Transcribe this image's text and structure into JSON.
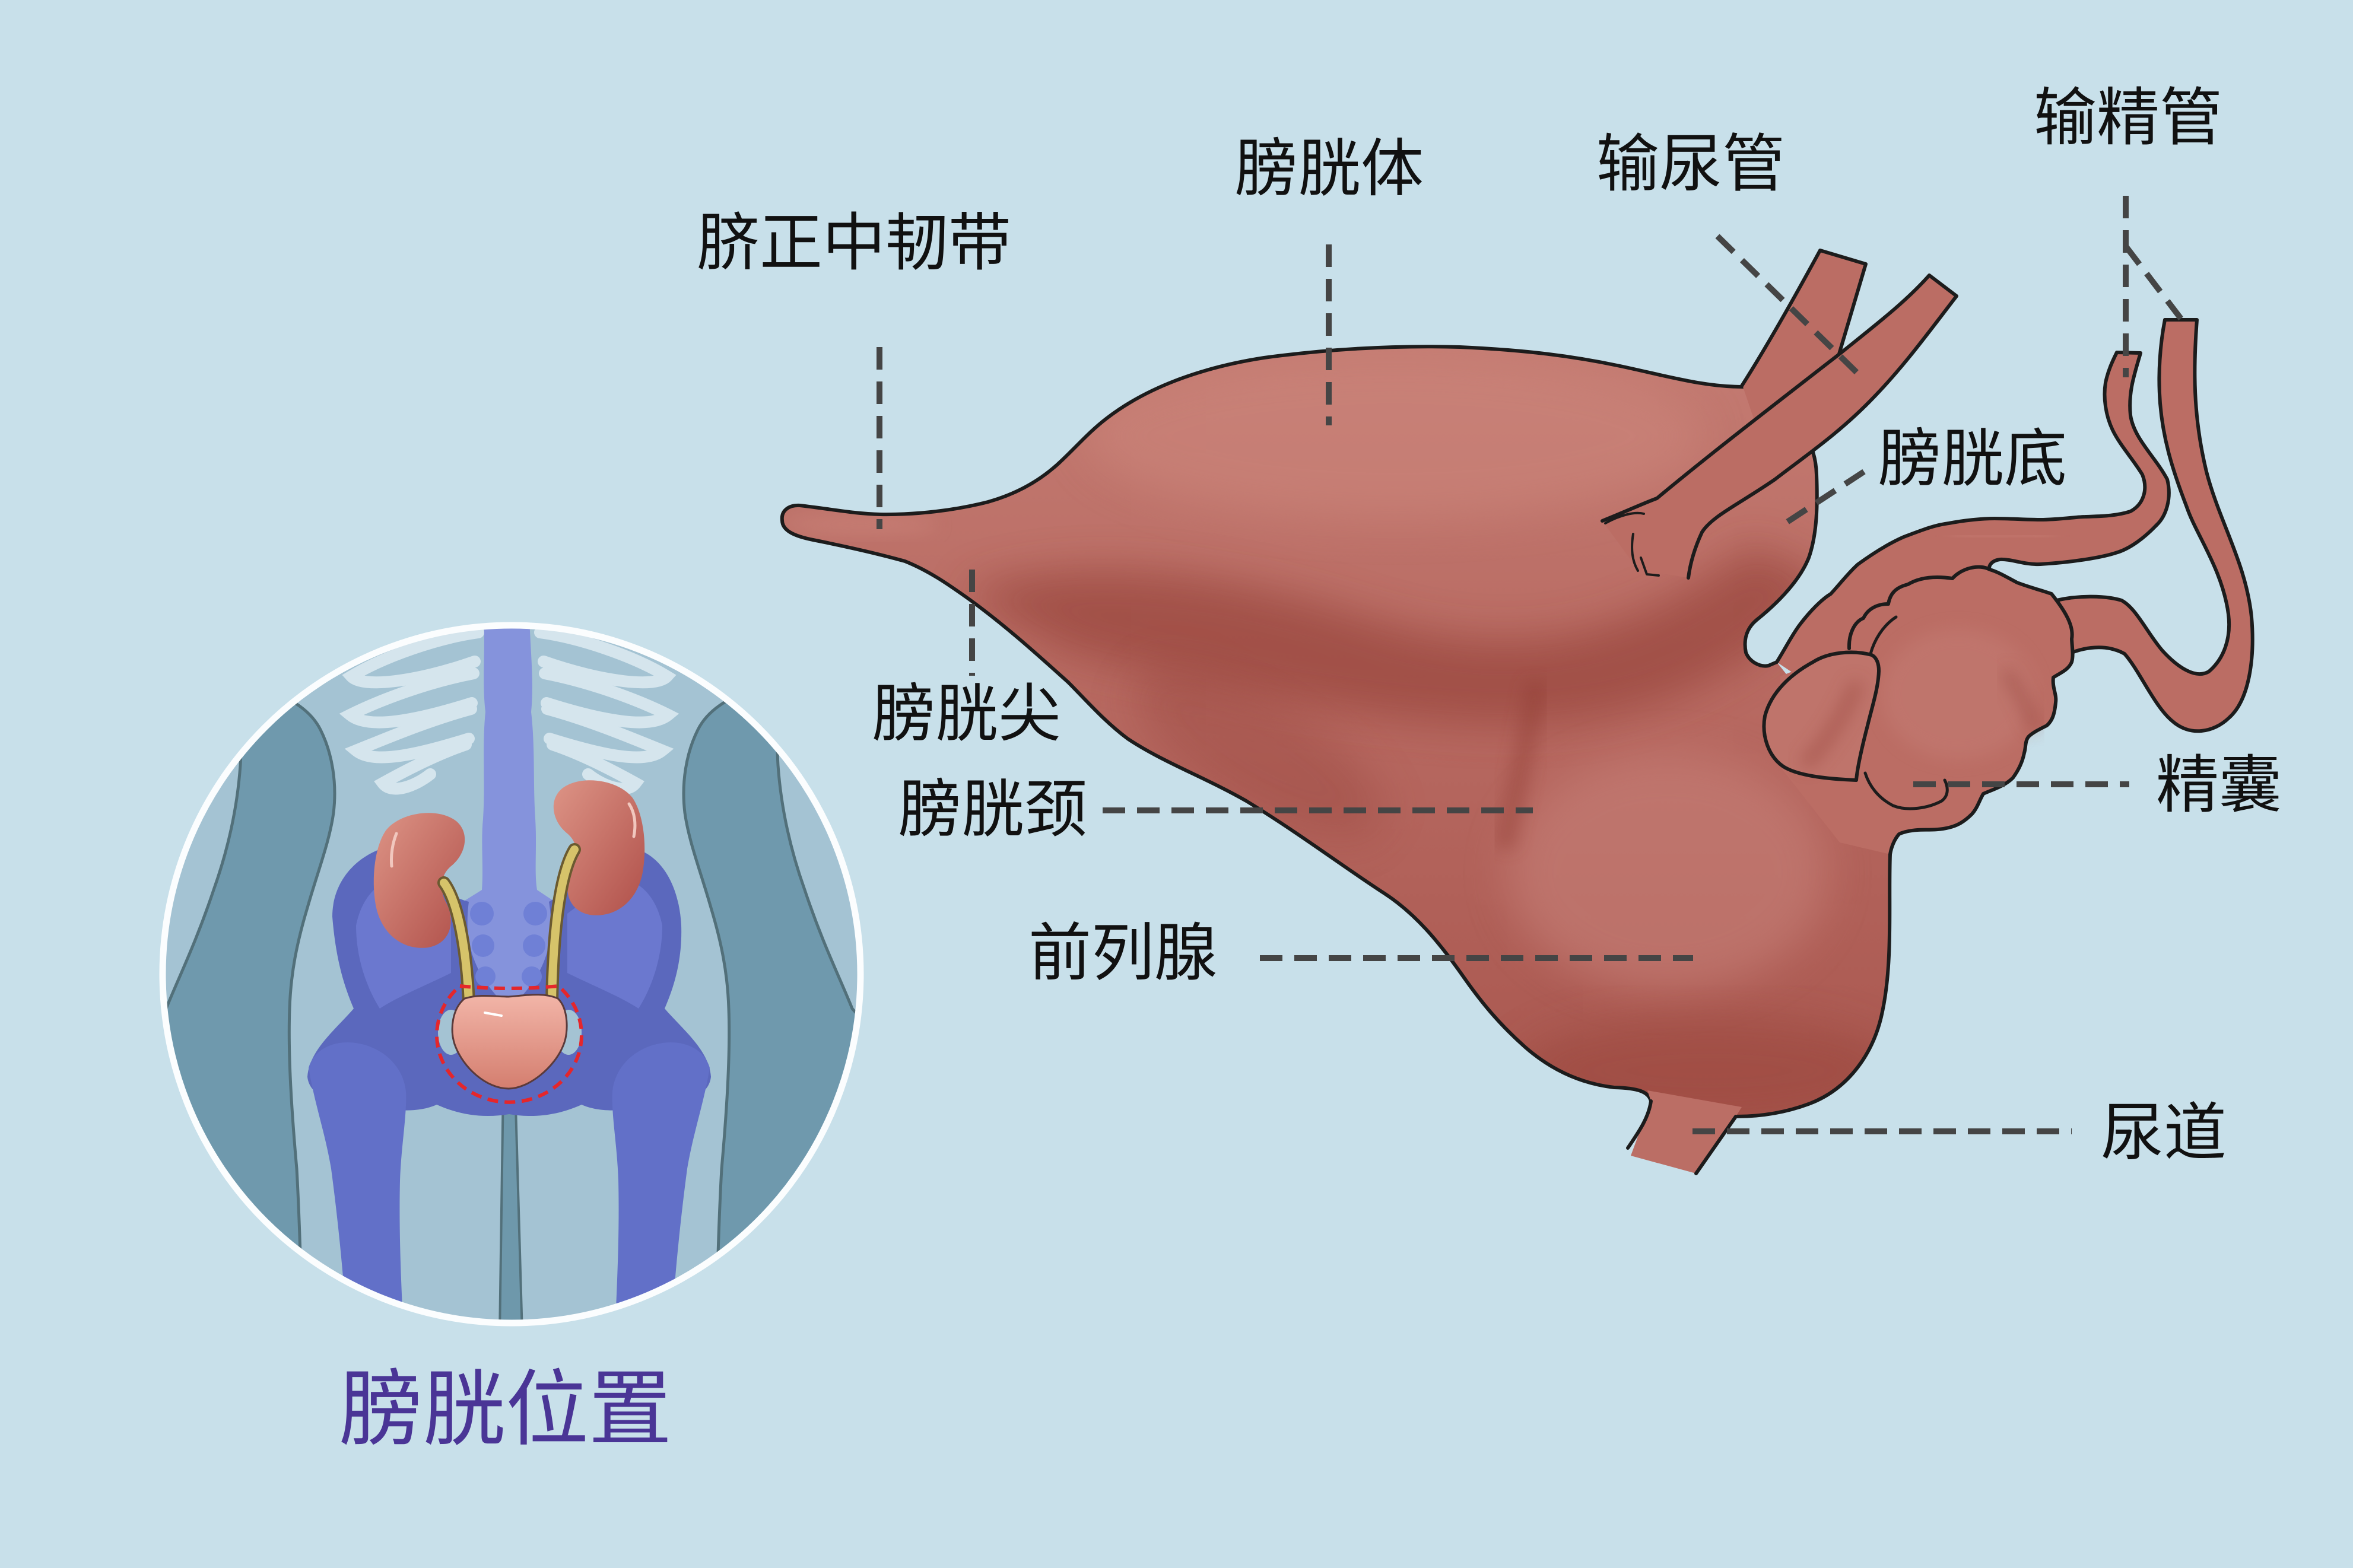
{
  "diagram": {
    "subject": "male urinary bladder, lateral view",
    "colors": {
      "background": "#c8e0ea",
      "organ": "#b8665e",
      "organ_shadow": "#9c4038",
      "outline": "#1c1c1c",
      "label_text": "#111111",
      "leader_line": "#454545"
    }
  },
  "labels": {
    "median_umbilical_ligament": "脐正中韧带",
    "bladder_body": "膀胱体",
    "ureter": "输尿管",
    "vas_deferens": "输精管",
    "bladder_fundus": "膀胱底",
    "bladder_apex": "膀胱尖",
    "bladder_neck": "膀胱颈",
    "seminal_vesicle": "精囊",
    "prostate": "前列腺",
    "urethra": "尿道"
  },
  "inset": {
    "caption": "膀胱位置",
    "caption_color": "#4a3596",
    "highlight_ring_color": "#e5262b",
    "background": "#a4c3d3",
    "bone_color": "#5f6cc0",
    "kidney_color": "#c86a60",
    "ureter_color": "#d6c36a"
  }
}
